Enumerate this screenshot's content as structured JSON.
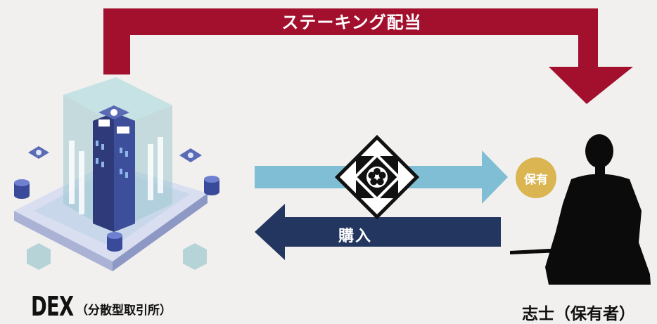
{
  "flow": {
    "staking_label": "ステーキング配当",
    "buy_label": "購入"
  },
  "dex": {
    "title": "DEX",
    "subtitle": "（分散型取引所）"
  },
  "holder": {
    "badge": "保有",
    "title": "志士（保有者）"
  },
  "colors": {
    "staking_arrow": "#a3102e",
    "right_arrow": "#7fbed4",
    "left_arrow": "#233660",
    "badge": "#dbb552",
    "background": "#f1f0ee"
  },
  "icons": {
    "dex": "dex-server-icon",
    "token": "crest-token-icon",
    "holder": "samurai-silhouette-icon"
  }
}
